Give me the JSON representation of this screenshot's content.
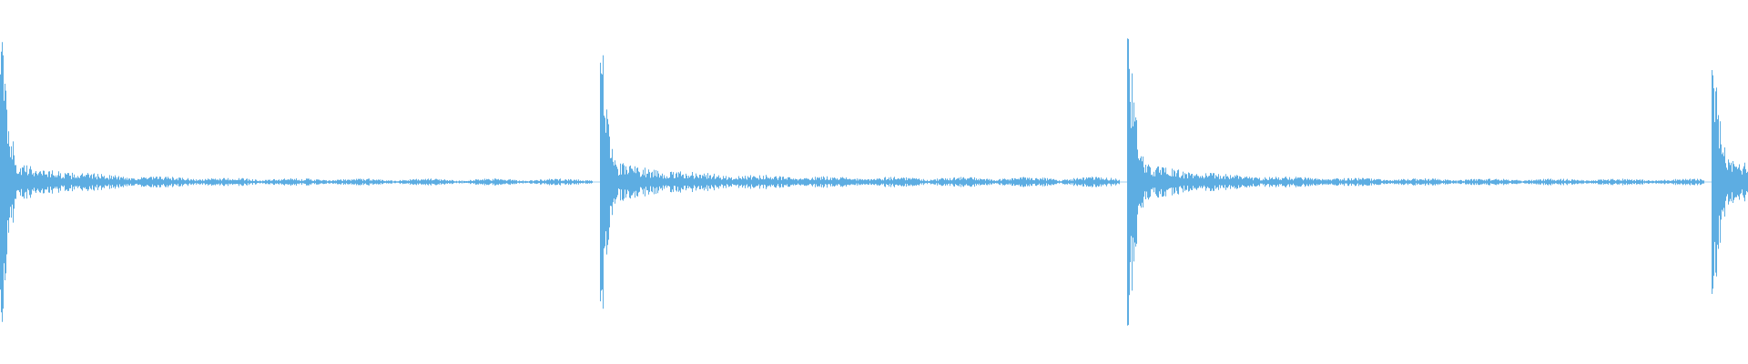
{
  "waveform": {
    "color": "#5DADE2",
    "background": "#ffffff",
    "transients": [
      {
        "time": 0.0,
        "peak": 0.82,
        "decay": "long",
        "tail_level": 0.02
      },
      {
        "time": 0.343,
        "peak": 0.74,
        "decay": "long",
        "tail_level": 0.03
      },
      {
        "time": 0.645,
        "peak": 0.83,
        "decay": "long",
        "tail_level": 0.02
      },
      {
        "time": 0.979,
        "peak": 0.72,
        "decay": "cut",
        "tail_level": 0.05
      }
    ]
  }
}
